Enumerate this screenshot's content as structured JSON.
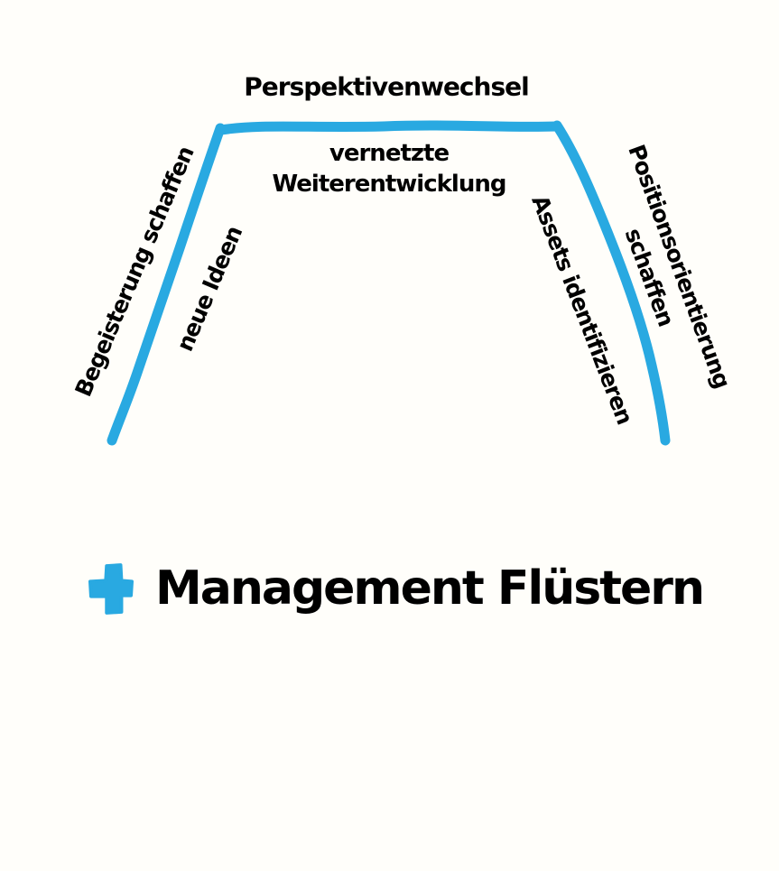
{
  "colors": {
    "accent": "#29A9E1",
    "text": "#000000",
    "background": "#FFFEFA"
  },
  "diagram": {
    "labels": {
      "top_outside": "Perspektivenwechsel",
      "top_inside_line1": "vernetzte",
      "top_inside_line2": "Weiterentwicklung",
      "left_outside": "Begeisterung schaffen",
      "left_inside": "neue Ideen",
      "right_inside": "Assets identifizieren",
      "right_outside_line1": "Positionsorientierung",
      "right_outside_line2": "schaffen"
    }
  },
  "footer": {
    "icon": "plus-icon",
    "label": "Management Flüstern"
  }
}
